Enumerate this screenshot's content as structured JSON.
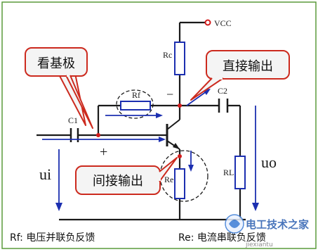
{
  "diagram": {
    "labels": {
      "vcc": "VCC",
      "rc": "Rc",
      "rf": "Rf",
      "c1": "C1",
      "c2": "C2",
      "rl": "RL",
      "re": "Re",
      "ui": "ui",
      "uo": "uo",
      "minus": "−",
      "plus": "+"
    },
    "callouts": {
      "base": "看基极",
      "direct": "直接输出",
      "indirect": "间接输出"
    },
    "caption": {
      "rf": "Rf: 电压并联负反馈",
      "re": "Re: 电流串联负反馈"
    },
    "watermark": {
      "main": "电工技术之家",
      "sub": "jiexiantu"
    },
    "colors": {
      "frame": "#5a9a3a",
      "wire": "#1a1a1a",
      "resistor": "#1c2fb0",
      "arrow": "#1c2fb0",
      "callout_border": "#cc2a1e",
      "callout_fill": "#f4f4f4",
      "junction": "#d21a1a",
      "vcc_dot": "#d21a1a"
    }
  }
}
